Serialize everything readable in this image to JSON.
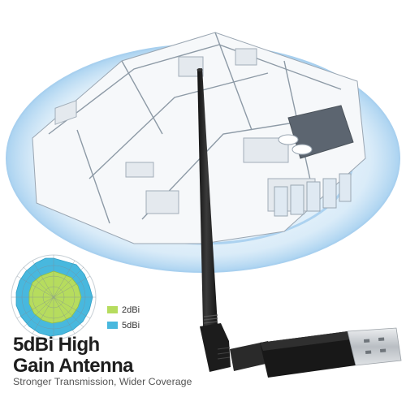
{
  "headline": {
    "line1": "5dBi High",
    "line2": "Gain Antenna"
  },
  "tagline": "Stronger Transmission, Wider Coverage",
  "legend": [
    {
      "label": "2dBi",
      "color": "#b6dc5e"
    },
    {
      "label": "5dBi",
      "color": "#48b8de"
    }
  ],
  "colors": {
    "signal_blue": "#cfe6f6",
    "antenna_body": "#262626",
    "usb_metal": "#cfd2d5"
  },
  "icons": [
    "radiation-pattern-diagram",
    "usb-adapter",
    "antenna",
    "house-floorplan"
  ]
}
